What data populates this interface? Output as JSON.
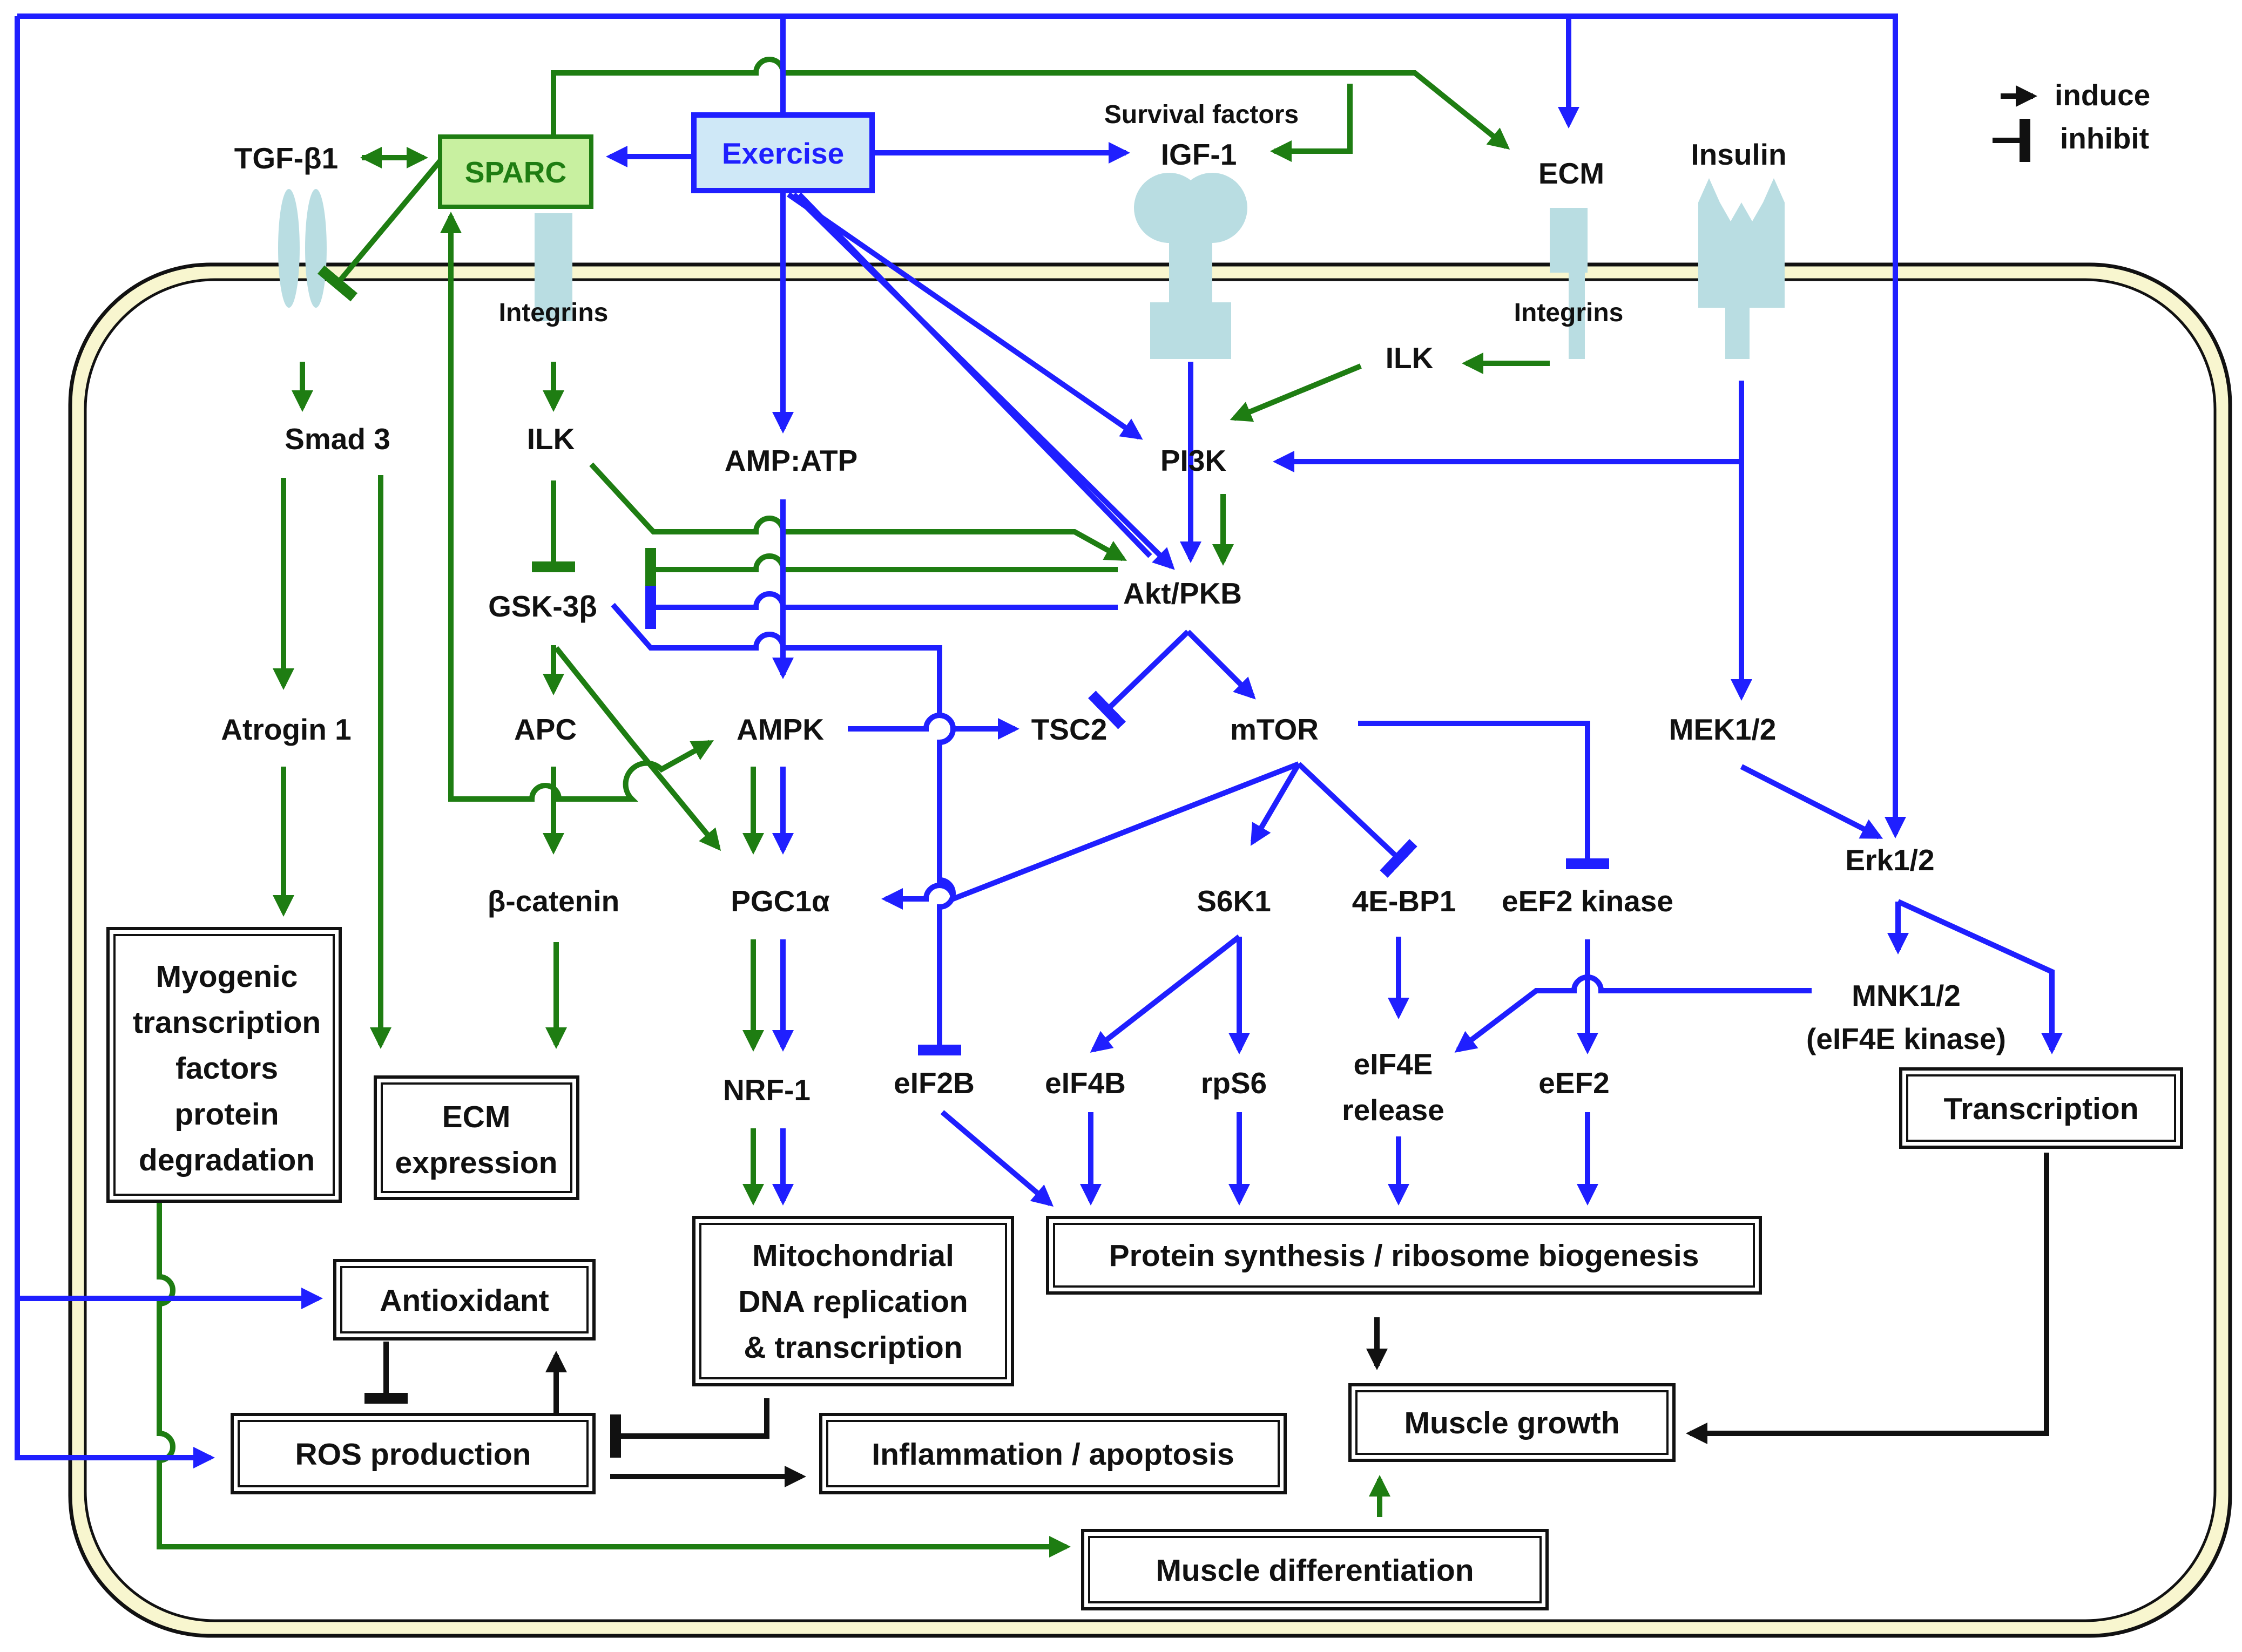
{
  "legend": {
    "induce": "induce",
    "inhibit": "inhibit"
  },
  "nodes": {
    "exercise": "Exercise",
    "sparc": "SPARC",
    "tgfb1": "TGF-β1",
    "survival_factors": "Survival factors",
    "igf1": "IGF-1",
    "ecm": "ECM",
    "insulin": "Insulin",
    "integrins_left": "Integrins",
    "integrins_right": "Integrins",
    "ilk_right": "ILK",
    "smad3": "Smad 3",
    "ilk_left": "ILK",
    "amp_atp": "AMP:ATP",
    "pi3k": "PI3K",
    "gsk3b": "GSK-3β",
    "akt": "Akt/PKB",
    "atrogin1": "Atrogin 1",
    "apc": "APC",
    "ampk": "AMPK",
    "tsc2": "TSC2",
    "mtor": "mTOR",
    "mek": "MEK1/2",
    "bcatenin": "β-catenin",
    "pgc1a": "PGC1α",
    "s6k1": "S6K1",
    "ebp1": "4E-BP1",
    "eef2k": "eEF2 kinase",
    "erk": "Erk1/2",
    "mnk_line1": "MNK1/2",
    "mnk_line2": "(eIF4E kinase)",
    "nrf1": "NRF-1",
    "eif2b": "eIF2B",
    "eif4b": "eIF4B",
    "rps6": "rpS6",
    "eif4e_line1": "eIF4E",
    "eif4e_line2": "release",
    "eef2": "eEF2"
  },
  "boxes": {
    "myogenic": [
      "Myogenic",
      "transcription",
      "factors",
      "protein",
      "degradation"
    ],
    "ecm_expression": [
      "ECM",
      "expression"
    ],
    "transcription": "Transcription",
    "mitochondrial": [
      "Mitochondrial",
      "DNA replication",
      "& transcription"
    ],
    "protein_synthesis": "Protein synthesis / ribosome biogenesis",
    "antioxidant": "Antioxidant",
    "ros": "ROS production",
    "inflammation": "Inflammation / apoptosis",
    "muscle_growth": "Muscle growth",
    "muscle_differentiation": "Muscle differentiation"
  },
  "colors": {
    "blue_arrow": "#1f1fff",
    "green_arrow": "#1e7d12",
    "black_arrow": "#111111",
    "exercise_fill": "#cfe8f7",
    "sparc_fill": "#c8f0a0",
    "receptor_fill": "#b9dde2",
    "cell_fill": "#f8f6cf"
  }
}
